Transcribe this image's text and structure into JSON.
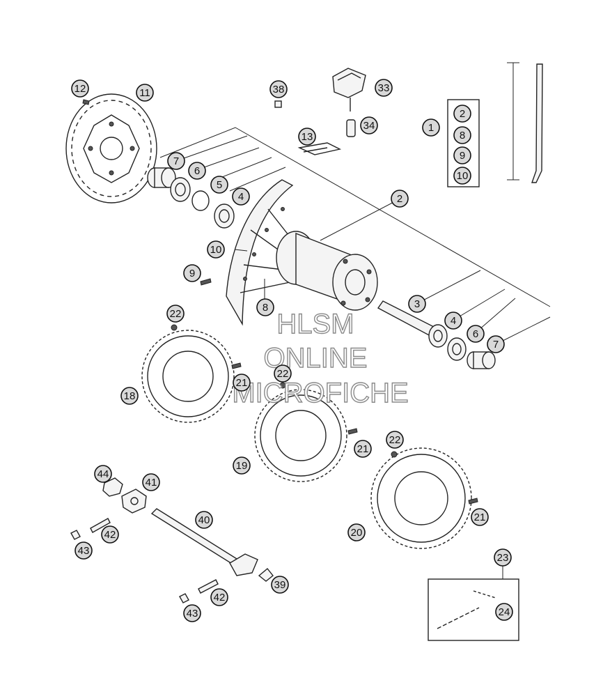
{
  "callouts": [
    {
      "id": "c12",
      "label": "12"
    },
    {
      "id": "c11",
      "label": "11"
    },
    {
      "id": "c38",
      "label": "38"
    },
    {
      "id": "c33",
      "label": "33"
    },
    {
      "id": "c34",
      "label": "34"
    },
    {
      "id": "c13",
      "label": "13"
    },
    {
      "id": "c1",
      "label": "1"
    },
    {
      "id": "c2a",
      "label": "2"
    },
    {
      "id": "c8a",
      "label": "8"
    },
    {
      "id": "c9a",
      "label": "9"
    },
    {
      "id": "c10a",
      "label": "10"
    },
    {
      "id": "c7a",
      "label": "7"
    },
    {
      "id": "c6a",
      "label": "6"
    },
    {
      "id": "c5",
      "label": "5"
    },
    {
      "id": "c4a",
      "label": "4"
    },
    {
      "id": "c2b",
      "label": "2"
    },
    {
      "id": "c10b",
      "label": "10"
    },
    {
      "id": "c9b",
      "label": "9"
    },
    {
      "id": "c8b",
      "label": "8"
    },
    {
      "id": "c3",
      "label": "3"
    },
    {
      "id": "c4b",
      "label": "4"
    },
    {
      "id": "c6b",
      "label": "6"
    },
    {
      "id": "c7b",
      "label": "7"
    },
    {
      "id": "c22a",
      "label": "22"
    },
    {
      "id": "c21a",
      "label": "21"
    },
    {
      "id": "c18",
      "label": "18"
    },
    {
      "id": "c22b",
      "label": "22"
    },
    {
      "id": "c21b",
      "label": "21"
    },
    {
      "id": "c19",
      "label": "19"
    },
    {
      "id": "c22c",
      "label": "22"
    },
    {
      "id": "c21c",
      "label": "21"
    },
    {
      "id": "c20",
      "label": "20"
    },
    {
      "id": "c44",
      "label": "44"
    },
    {
      "id": "c41",
      "label": "41"
    },
    {
      "id": "c40",
      "label": "40"
    },
    {
      "id": "c42a",
      "label": "42"
    },
    {
      "id": "c43a",
      "label": "43"
    },
    {
      "id": "c39",
      "label": "39"
    },
    {
      "id": "c42b",
      "label": "42"
    },
    {
      "id": "c43b",
      "label": "43"
    },
    {
      "id": "c23",
      "label": "23"
    },
    {
      "id": "c24",
      "label": "24"
    }
  ],
  "watermark": {
    "line1": "HLSM",
    "line2": "ONLINE",
    "line3": "MICROFICHE"
  }
}
